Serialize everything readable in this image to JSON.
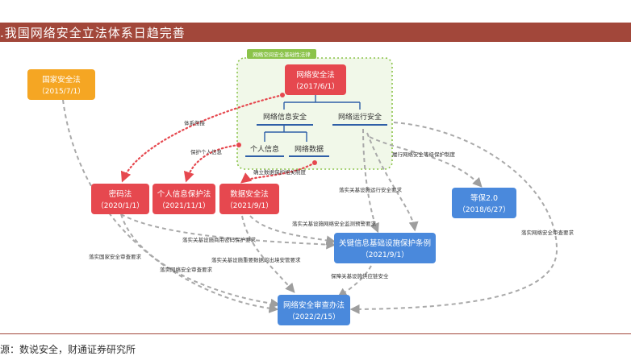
{
  "header": {
    "title": ".我国网络安全立法体系日趋完善"
  },
  "source": "源：数说安全，财通证券研究所",
  "colors": {
    "header": "#a2473a",
    "red": "#e6484f",
    "orange": "#f5a623",
    "blue": "#4a89dc",
    "green": "#8bc34a",
    "navy": "#2f5fa7"
  },
  "group": {
    "label": "网络空间安全基础性法律"
  },
  "nodes": {
    "cyber_law": {
      "name": "网络安全法",
      "date": "（2017/6/1）"
    },
    "national_law": {
      "name": "国家安全法",
      "date": "（2015/7/1）"
    },
    "crypto_law": {
      "name": "密码法",
      "date": "（2020/1/1）"
    },
    "pi_law": {
      "name": "个人信息保护法",
      "date": "（2021/11/1）"
    },
    "data_law": {
      "name": "数据安全法",
      "date": "（2021/9/1）"
    },
    "mlps": {
      "name": "等保2.0",
      "date": "（2018/6/27）"
    },
    "cii": {
      "name": "关键信息基础设施保护条例",
      "date": "（2021/9/1）"
    },
    "review": {
      "name": "网络安全审查办法",
      "date": "（2022/2/15）"
    }
  },
  "tree": {
    "info": "网络信息安全",
    "ops": "网络运行安全",
    "personal": "个人信息",
    "netdata": "网络数据"
  },
  "edges": {
    "system_link": "体系衔接",
    "protect_pi": "保护个人信息",
    "data_rules": "确立数据保护相关制度",
    "mlps_impl": "履行网络安全等级保护制度",
    "cii_ops": "落实关基设施运行安全要求",
    "cii_monitor": "落实关基设施网络安全监测预警要求",
    "crypto_cii": "落实关基设施商用密码保护要求",
    "data_review": "落实关基设施重要数据的出境安管要求",
    "national_review": "落实国家安全审查要求",
    "review_req": "落实网络安全审查要求",
    "supply_chain": "保障关基设施供应链安全",
    "mlps_review": "落实网络安全审查要求"
  }
}
